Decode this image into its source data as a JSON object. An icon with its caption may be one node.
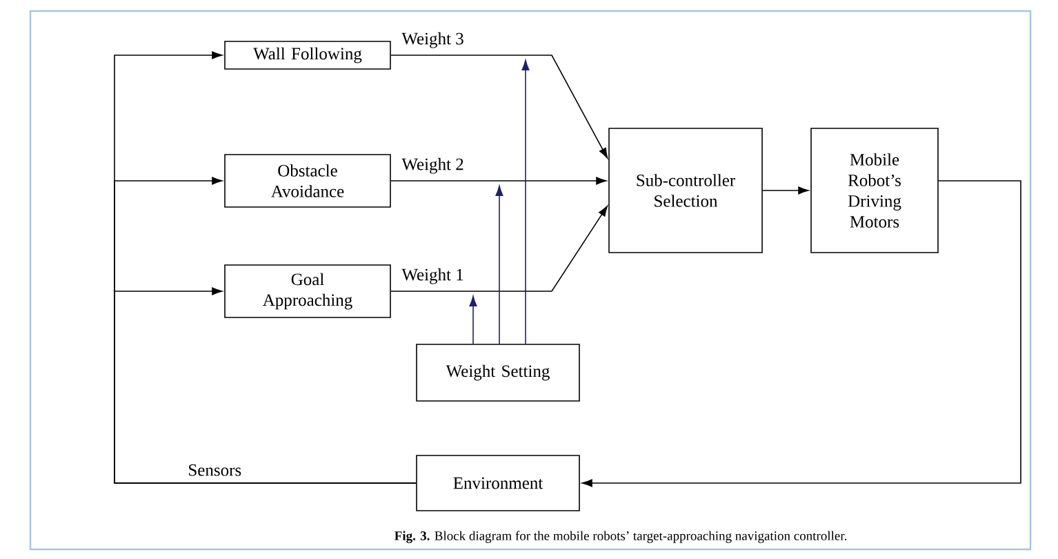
{
  "diagram": {
    "caption": "**Fig. 3.** Block diagram for the mobile robots’ target-approaching navigation controller.",
    "nodes": [
      {
        "text": [
          "Wall Following"
        ]
      },
      {
        "text": [
          "Obstacle Avoidance"
        ]
      },
      {
        "text": [
          "Goal Approaching"
        ]
      },
      {
        "text": [
          "Sub-controller Selection"
        ]
      },
      {
        "text": [
          "Mobile Robot’s Driving Motors"
        ]
      },
      {
        "text": [
          "Weight Setting"
        ]
      },
      {
        "text": [
          "Environment"
        ]
      }
    ],
    "edges": [
      {
        "from": 6,
        "to": 0,
        "arrow": "to",
        "label": "Sensors"
      },
      {
        "from": 6,
        "to": 1,
        "arrow": "to"
      },
      {
        "from": 6,
        "to": 2,
        "arrow": "to"
      },
      {
        "from": 0,
        "to": 3,
        "arrow": "to",
        "label": "Weight 3"
      },
      {
        "from": 1,
        "to": 3,
        "arrow": "to",
        "label": "Weight 2"
      },
      {
        "from": 2,
        "to": 3,
        "arrow": "to",
        "label": "Weight 1"
      },
      {
        "from": 3,
        "to": 4,
        "arrow": "to"
      },
      {
        "from": 4,
        "to": 6,
        "arrow": "to"
      },
      {
        "from": 5,
        "to": null,
        "arrow": "to",
        "color": "#1f1f6b"
      },
      {
        "from": 5,
        "to": null,
        "arrow": "to",
        "color": "#1f1f6b"
      },
      {
        "from": 5,
        "to": null,
        "arrow": "to",
        "color": "#1f1f6b"
      }
    ]
  }
}
